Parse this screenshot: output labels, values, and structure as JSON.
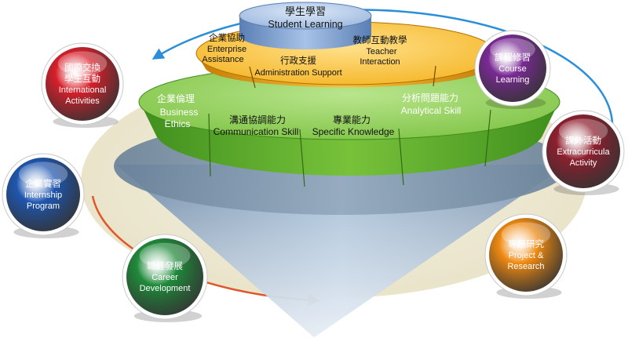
{
  "center": {
    "zh": "學生學習",
    "en": "Student Learning"
  },
  "top_tier": [
    {
      "zh": "企業協助",
      "en": [
        "Enterprise",
        "Assistance"
      ]
    },
    {
      "zh": "行政支援",
      "en": [
        "Administration Support"
      ]
    },
    {
      "zh": "教師互動教學",
      "en": [
        "Teacher",
        "Interaction"
      ]
    }
  ],
  "middle_tier": [
    {
      "zh": "企業倫理",
      "en": [
        "Business",
        "Ethics"
      ]
    },
    {
      "zh": "溝通協調能力",
      "en": [
        "Communication Skill"
      ]
    },
    {
      "zh": "專業能力",
      "en": [
        "Specific Knowledge"
      ]
    },
    {
      "zh": "分析問題能力",
      "en": [
        "Analytical Skill"
      ]
    }
  ],
  "orbit_nodes": [
    {
      "zh": [
        "國際交換",
        "學生互動"
      ],
      "en": [
        "International",
        "Activities"
      ],
      "color": "#d81f2a"
    },
    {
      "zh": [
        "企業實習"
      ],
      "en": [
        "Internship",
        "Program"
      ],
      "color": "#1e56b0"
    },
    {
      "zh": [
        "職涯發展"
      ],
      "en": [
        "Career",
        "Development"
      ],
      "color": "#1f8a3a"
    },
    {
      "zh": [
        "課程修習"
      ],
      "en": [
        "Course",
        "Learning"
      ],
      "color": "#7a2a95"
    },
    {
      "zh": [
        "課外活動"
      ],
      "en": [
        "Extracurricula",
        "Activity"
      ],
      "color": "#8e1f2e"
    },
    {
      "zh": [
        "專題研究"
      ],
      "en": [
        "Project &",
        "Research"
      ],
      "color": "#ef8a12"
    }
  ],
  "colors": {
    "orbit_left": "#e0582a",
    "orbit_right": "#2a8fd8",
    "top_tier": "#f2b21b",
    "middle_tier": "#7cc242",
    "cylinder": "#7f96ad",
    "funnel": "#6f8fb4"
  }
}
